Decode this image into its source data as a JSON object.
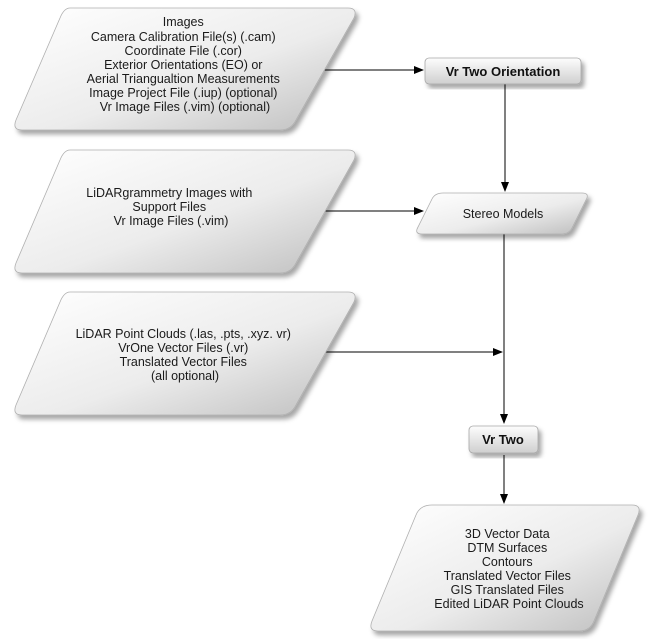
{
  "nodes": {
    "input_images": {
      "lines": [
        "Images",
        "Camera Calibration File(s) (.cam)",
        "Coordinate File (.cor)",
        "Exterior Orientations (EO) or",
        "Aerial Triangualtion Measurements",
        "Image Project File (.iup) (optional)",
        "Vr Image Files (.vim) (optional)"
      ]
    },
    "input_lidargrammetry": {
      "lines": [
        "LiDARgrammetry Images with",
        "Support Files",
        "Vr Image Files (.vim)"
      ]
    },
    "input_pointclouds": {
      "lines": [
        "LiDAR Point Clouds (.las, .pts, .xyz. vr)",
        "VrOne Vector Files (.vr)",
        "Translated Vector Files",
        "(all optional)"
      ]
    },
    "vr_two_orientation": {
      "label": "Vr Two Orientation"
    },
    "stereo_models": {
      "label": "Stereo Models"
    },
    "vr_two": {
      "label": "Vr Two"
    },
    "outputs": {
      "lines": [
        "3D Vector Data",
        "DTM Surfaces",
        "Contours",
        "Translated Vector Files",
        "GIS Translated Files",
        "Edited LiDAR Point Clouds"
      ]
    }
  },
  "colors": {
    "fill_light": "#fafafa",
    "fill_dark": "#c8c8c8",
    "shadow": "#9a9a9a",
    "edge": "#000000"
  }
}
